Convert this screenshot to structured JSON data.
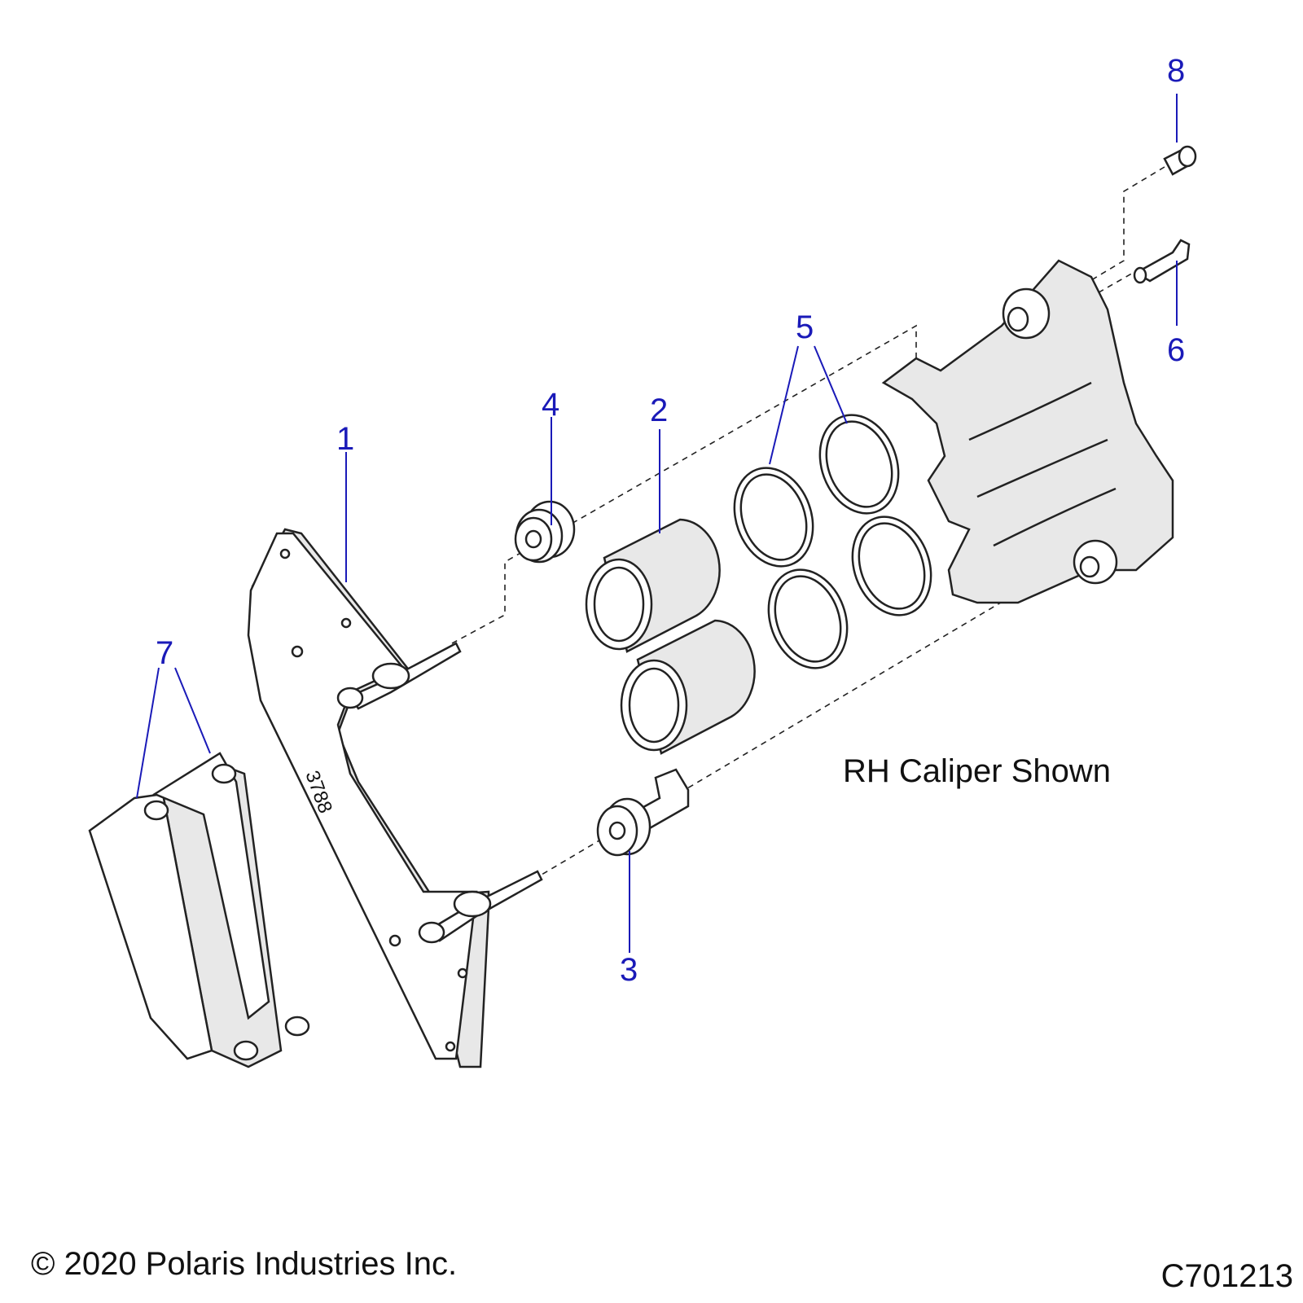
{
  "callouts": {
    "c1": "1",
    "c2": "2",
    "c3": "3",
    "c4": "4",
    "c5": "5",
    "c6": "6",
    "c7": "7",
    "c8": "8"
  },
  "bracket_stamp": "3788",
  "caption": "RH Caliper Shown",
  "footer": {
    "copyright": "© 2020 Polaris Industries Inc.",
    "drawing_id": "C701213"
  },
  "colors": {
    "callout": "#1a1ab8",
    "line": "#222222"
  }
}
